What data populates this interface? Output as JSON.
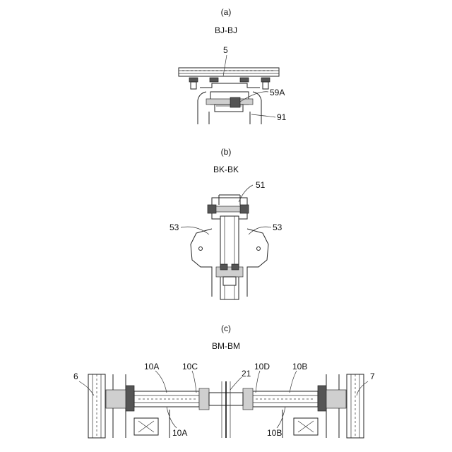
{
  "sections": [
    {
      "id": "a",
      "caption": "(a)",
      "section_label": "BJ-BJ",
      "refs": [
        "5",
        "59A",
        "91"
      ]
    },
    {
      "id": "b",
      "caption": "(b)",
      "section_label": "BK-BK",
      "refs": [
        "51",
        "53",
        "53"
      ]
    },
    {
      "id": "c",
      "caption": "(c)",
      "section_label": "BM-BM",
      "refs": [
        "6",
        "10A",
        "10C",
        "21",
        "10D",
        "10B",
        "7",
        "10A",
        "10B"
      ]
    }
  ]
}
